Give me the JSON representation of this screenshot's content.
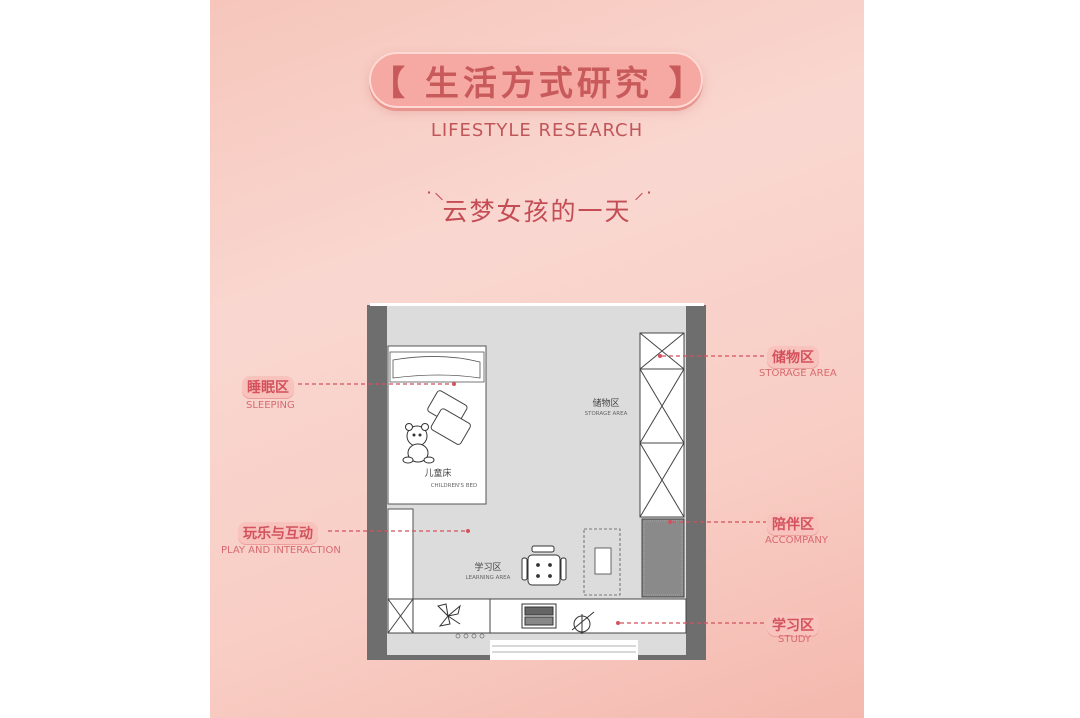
{
  "header": {
    "title": "【 生活方式研究 】",
    "subtitle_en": "LIFESTYLE RESEARCH",
    "subtitle_cn": "云梦女孩的一天"
  },
  "callouts": {
    "sleeping": {
      "cn": "睡眠区",
      "en": "SLEEPING"
    },
    "play": {
      "cn": "玩乐与互动",
      "en": "PLAY AND INTERACTION"
    },
    "storage": {
      "cn": "储物区",
      "en": "STORAGE AREA"
    },
    "accompany": {
      "cn": "陪伴区",
      "en": "ACCOMPANY"
    },
    "study": {
      "cn": "学习区",
      "en": "STUDY"
    }
  },
  "plan_labels": {
    "bed": {
      "cn": "儿童床",
      "en": "CHILDREN'S BED"
    },
    "storage": {
      "cn": "储物区",
      "en": "STORAGE AREA"
    },
    "learning": {
      "cn": "学习区",
      "en": "LEARNING AREA"
    }
  },
  "colors": {
    "accent": "#d4525e",
    "title_pill": "#f5a9a2",
    "wall": "#6e6e6e",
    "floor": "#dcdcdc"
  }
}
